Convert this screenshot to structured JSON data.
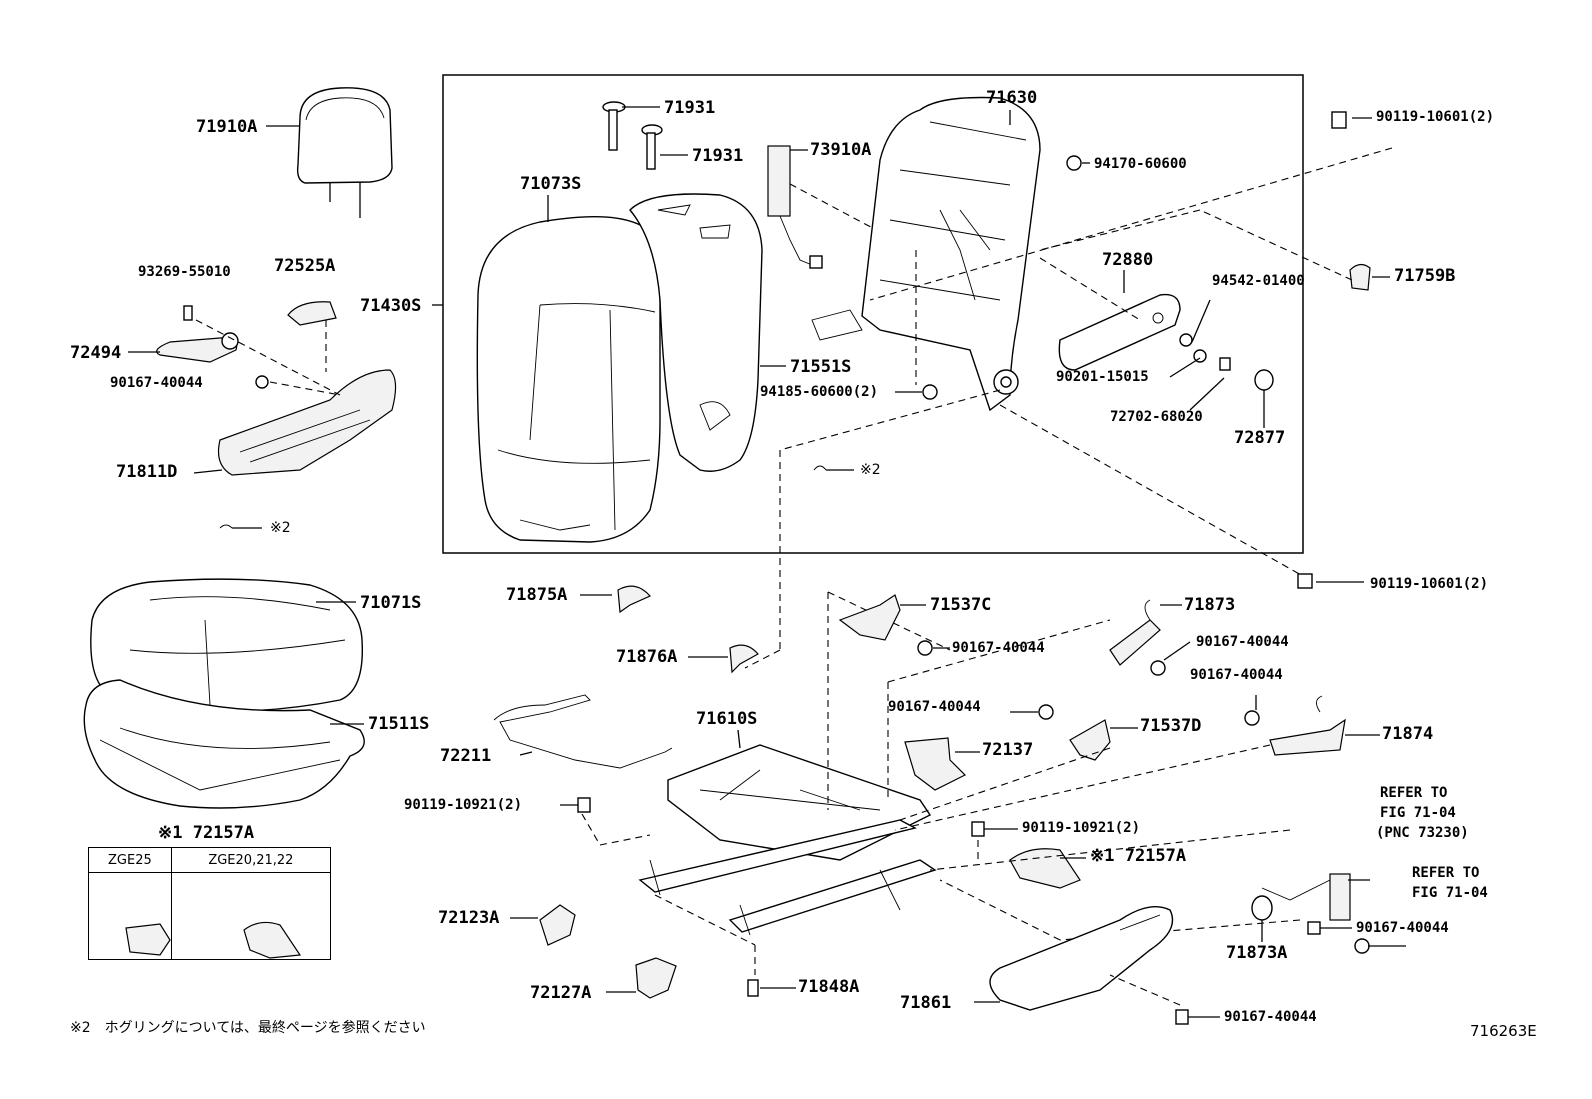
{
  "figure": {
    "id": "716263E",
    "footnote": "※2　ホグリングについては、最終ページを参照ください"
  },
  "labels": {
    "p71910A": "71910A",
    "p93269": "93269-55010",
    "p72525A": "72525A",
    "p71430S": "71430S",
    "p72494": "72494",
    "p90167_left": "90167-40044",
    "p71811D": "71811D",
    "hog_left": "※2",
    "p71071S": "71071S",
    "p71511S": "71511S",
    "p71931a": "71931",
    "p71931b": "71931",
    "p71073S": "71073S",
    "p73910A": "73910A",
    "p71551S": "71551S",
    "p71630": "71630",
    "p94170": "94170-60600",
    "p94185": "94185-60600(2)",
    "hog_mid": "※2",
    "p90119_top": "90119-10601(2)",
    "p72880": "72880",
    "p94542": "94542-01400",
    "p71759B": "71759B",
    "p90201": "90201-15015",
    "p72702": "72702-68020",
    "p72877": "72877",
    "p90119_right": "90119-10601(2)",
    "p71875A": "71875A",
    "p71876A": "71876A",
    "p72211": "72211",
    "p71610S": "71610S",
    "p90119_10921a": "90119-10921(2)",
    "p71537C": "71537C",
    "p90167_c": "90167-40044",
    "p71873": "71873",
    "p90167_d": "90167-40044",
    "p90167_e": "90167-40044",
    "p71537D": "71537D",
    "p72137": "72137",
    "p90167_f": "90167-40044",
    "p71874": "71874",
    "p90119_10921b": "90119-10921(2)",
    "p72157A_mid": "※1 72157A",
    "p72157A_table": "※1 72157A",
    "refer1_a": "REFER TO",
    "refer1_b": "FIG 71-04",
    "refer1_c": "(PNC 73230)",
    "refer2_a": "REFER TO",
    "refer2_b": "FIG 71-04",
    "p72123A": "72123A",
    "p72127A": "72127A",
    "p71848A": "71848A",
    "p71861": "71861",
    "p90167_g": "90167-40044",
    "p71873A": "71873A",
    "p90167_h": "90167-40044"
  },
  "variant_table": {
    "col1": "ZGE25",
    "col2": "ZGE20,21,22"
  }
}
